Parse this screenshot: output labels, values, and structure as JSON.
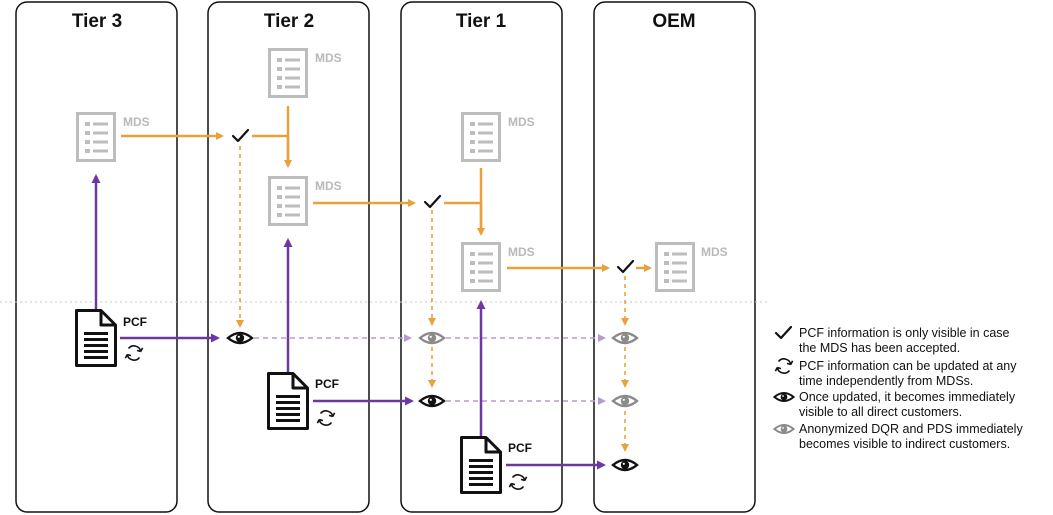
{
  "tiers": [
    {
      "id": "tier3",
      "title": "Tier 3"
    },
    {
      "id": "tier2",
      "title": "Tier 2"
    },
    {
      "id": "tier1",
      "title": "Tier 1"
    },
    {
      "id": "oem",
      "title": "OEM"
    }
  ],
  "labels": {
    "mds": "MDS",
    "pcf": "PCF"
  },
  "legend": [
    {
      "icon": "check-icon",
      "line1": "PCF information is only visible in case",
      "line2": "the MDS has been accepted."
    },
    {
      "icon": "refresh-icon",
      "line1": "PCF information can be updated at any",
      "line2": "time independently from MDSs."
    },
    {
      "icon": "eye-black-icon",
      "line1": "Once updated, it becomes immediately",
      "line2": "visible to all direct customers."
    },
    {
      "icon": "eye-grey-icon",
      "line1": "Anonymized DQR and PDS immediately",
      "line2": "becomes visible to indirect customers."
    }
  ],
  "colors": {
    "orange": "#e9a23b",
    "purple": "#6b3aa0",
    "purple_light": "#b59ad4",
    "mds_grey": "#bdbdbd",
    "eye_grey": "#8a8a8a",
    "black": "#111111"
  }
}
